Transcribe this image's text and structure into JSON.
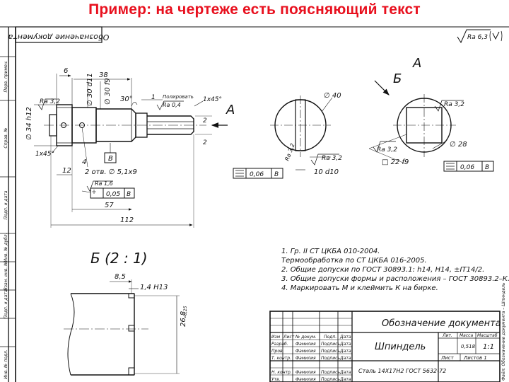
{
  "slide": {
    "title": "Пример:  на чертеже есть поясняющий текст"
  },
  "drawing": {
    "inverted_stamp": "Обозначение документа",
    "roughness_corner": "Ra 6,3",
    "view_A_label": "А",
    "section_B_label": "Б",
    "dims": {
      "d34": "∅ 34 h12",
      "d30": "∅ 30 d11",
      "d30f": "∅ 30 f9",
      "len6": "6",
      "len38": "38",
      "ang30": "30°",
      "chamfer_r": "1x45°",
      "chamfer_l": "1x45°",
      "ra32a": "Ra 3,2",
      "ra04": "Ra 0,4",
      "polish": "Полировать",
      "len12": "12",
      "len4": "4",
      "holes": "2 отв. ∅ 5,1x9",
      "ra16": "Ra 1,6",
      "tol005": "0,05",
      "baseB": "В",
      "len57": "57",
      "len112": "112",
      "len1": "1",
      "len2a": "2",
      "len2b": "2",
      "d40": "∅ 40",
      "ra32b": "Ra 3,2",
      "ra32c": "Ra 3,2",
      "slot": "10 d10",
      "sym1": "0,06",
      "ra32d": "Ra 3,2",
      "ra32e": "Ra 3,2",
      "d28": "∅ 28",
      "sq22": "□ 22 f9",
      "sym2": "0,06",
      "detail_B": "Б  (2 : 1)",
      "len85": "8,5",
      "len14": "1,4 H13",
      "d268": "26,8",
      "d268tol": "-0,25"
    },
    "notes": [
      "1.  Гр. II СТ ЦКБА 010-2004.",
      "     Термообработка по СТ ЦКБА 016-2005.",
      "2.  Общие допуски по ГОСТ 30893.1: h14, H14, ±IT14/2.",
      "3.  Общие допуски формы и расположения – ГОСТ 30893.2–К.",
      "4.  Маркировать М и клеймить К на бирке."
    ],
    "left_strip": [
      "Перв. примен.",
      "Справ. №",
      "Подп. и дата",
      "Инв. № дубл.",
      "Взам. инв. №",
      "Подп. и дата",
      "Инв. № подл."
    ],
    "title_block": {
      "doc_designation": "Обозначение документа",
      "name": "Шпиндель",
      "material": "Сталь 14Х17Н2 ГОСТ 5632-72",
      "col_heads": [
        "Изм",
        "Лист",
        "№ докум.",
        "Подп.",
        "Дата"
      ],
      "rows": [
        [
          "Разраб.",
          "Фамилия",
          "Подпись",
          "Дата"
        ],
        [
          "Пров.",
          "Фамилия",
          "Подпись",
          "Дата"
        ],
        [
          "Т. контр.",
          "Фамилия",
          "Подпись",
          "Дата"
        ],
        [
          "Н. контр.",
          "Фамилия",
          "Подпись",
          "Дата"
        ],
        [
          "Утв.",
          "Фамилия",
          "Подпись",
          "Дата"
        ]
      ],
      "lit_label": "Лит.",
      "mass_label": "Масса",
      "scale_label": "Масштаб",
      "mass": "0,518",
      "scale": "1:1",
      "sheet": "Лист",
      "sheets": "Листов  1",
      "side_text": "Файл: Обозначение документа – Шпиндель"
    }
  }
}
